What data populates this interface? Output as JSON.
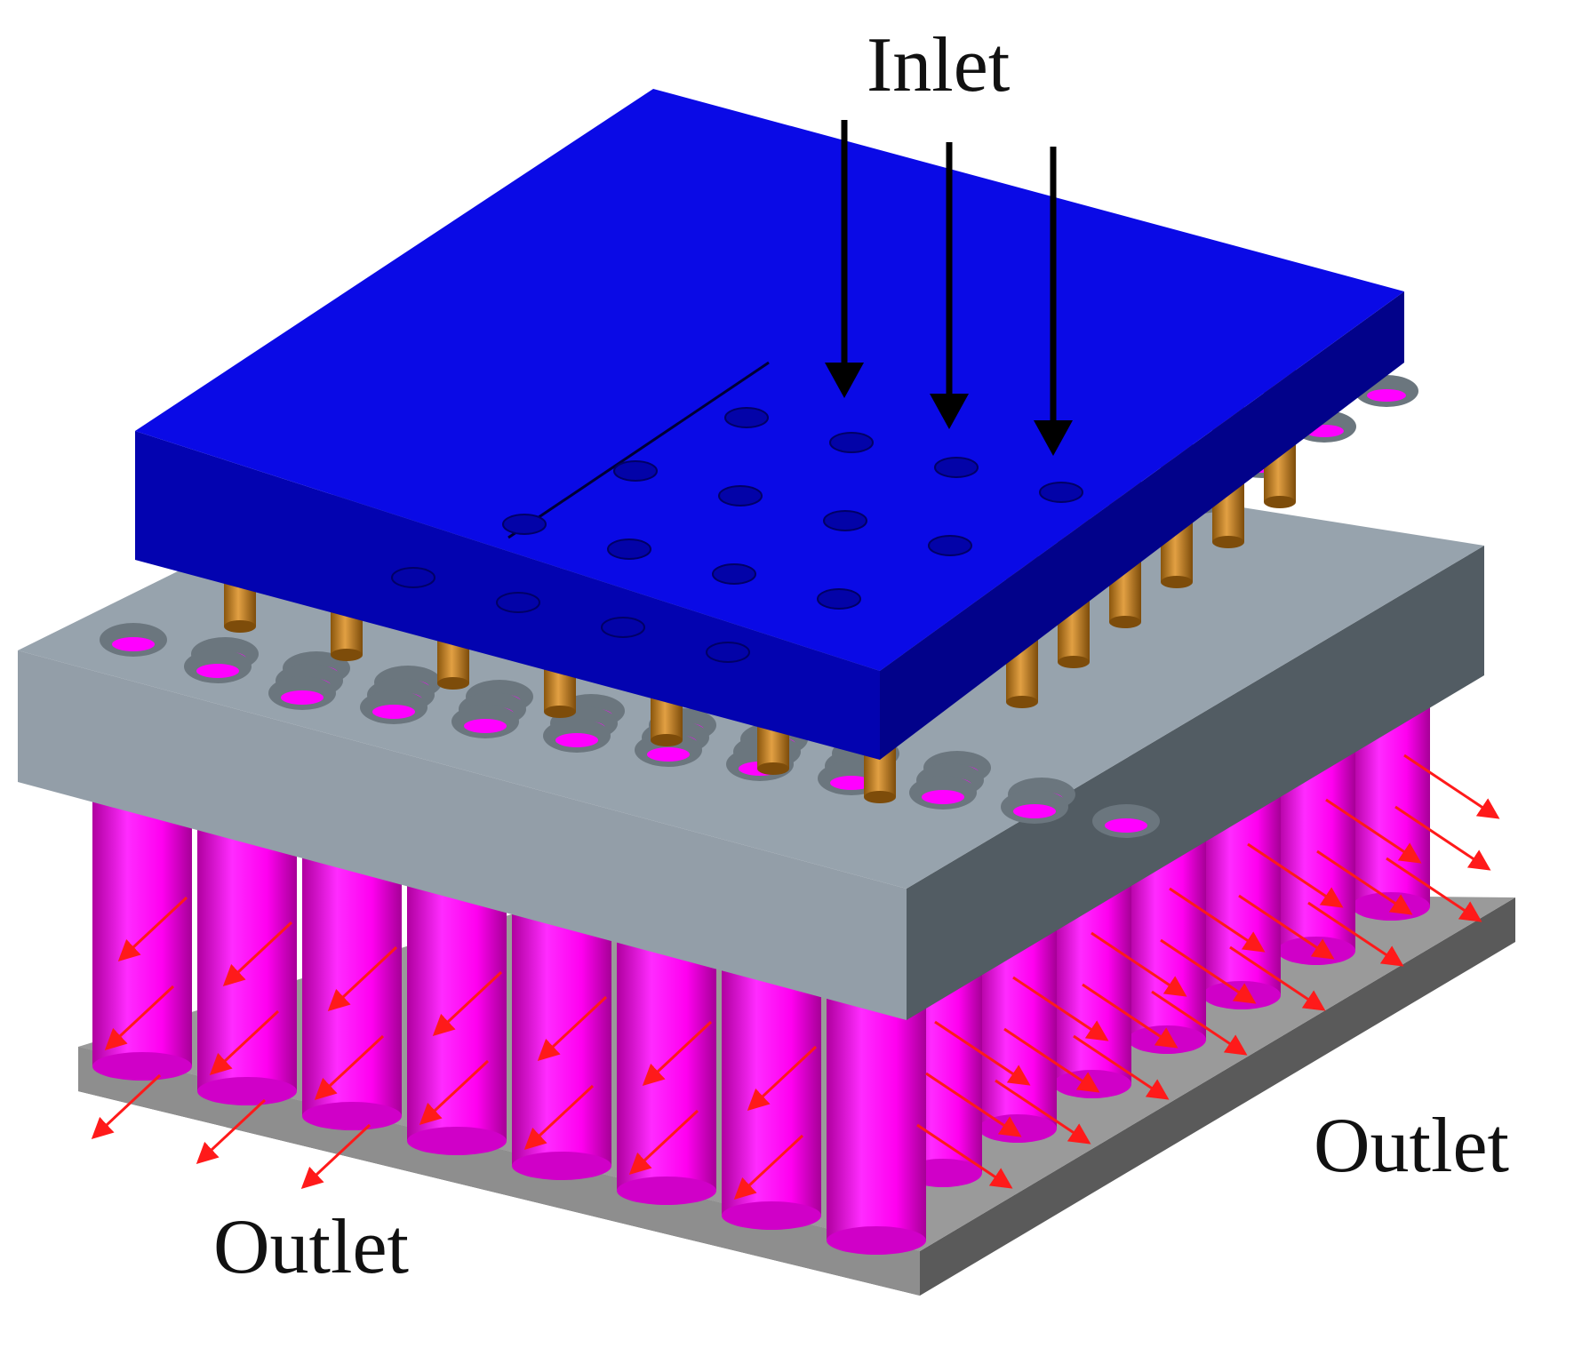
{
  "labels": {
    "inlet": "Inlet",
    "outlet_right": "Outlet",
    "outlet_left": "Outlet"
  },
  "colors": {
    "background": "#ffffff",
    "top_plate": "#0a0ae6",
    "top_plate_side": "#0303b0",
    "middle_plate_top": "#97a3ad",
    "middle_plate_front": "#939ea8",
    "middle_plate_side": "#525c63",
    "bottom_plate_top": "#9a9a9a",
    "bottom_plate_side": "#5a5a5a",
    "battery_cells": "#ff00ff",
    "nozzles": "#c8841c",
    "inlet_arrows": "#000000",
    "outlet_arrows": "#ff1a1a"
  },
  "components": {
    "battery_cells": "magenta cylinders",
    "nozzles": "orange pipes",
    "inlet_arrow_count": 3
  }
}
